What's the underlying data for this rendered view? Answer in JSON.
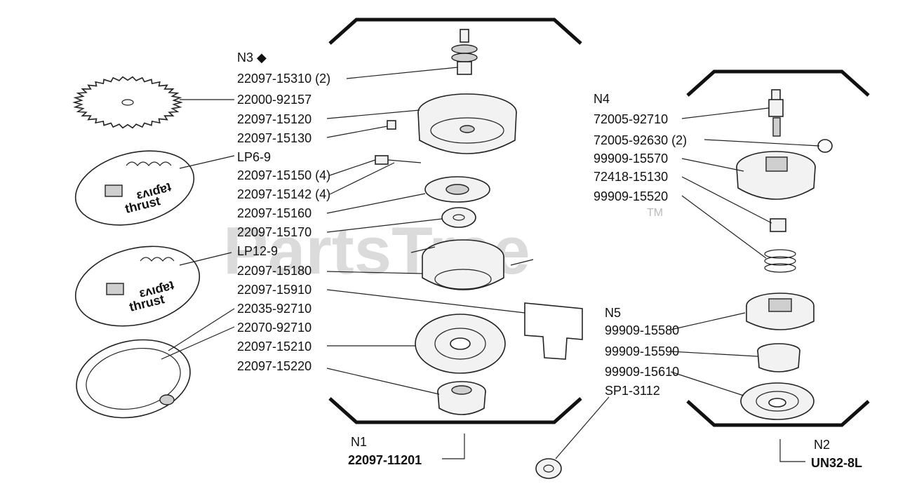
{
  "watermark": {
    "text": "PartsTree",
    "tm": "TM"
  },
  "groups": {
    "n3": {
      "title": "N3 ◆"
    },
    "n4": {
      "title": "N4"
    },
    "n5": {
      "title": "N5"
    },
    "n1": {
      "title": "N1",
      "part": "22097-11201"
    },
    "n2": {
      "title": "N2",
      "part": "UN32-8L"
    }
  },
  "labels_left": [
    "22097-15310 (2)",
    "22000-92157",
    "22097-15120",
    "22097-15130",
    "LP6-9",
    "22097-15150 (4)",
    "22097-15142 (4)",
    "22097-15160",
    "22097-15170",
    "LP12-9",
    "22097-15180",
    "22097-15910",
    "22035-92710",
    "22070-92710",
    "22097-15210",
    "22097-15220"
  ],
  "labels_n4": [
    "72005-92710",
    "72005-92630 (2)",
    "99909-15570",
    "72418-15130",
    "99909-15520"
  ],
  "labels_n5": [
    "99909-15580",
    "99909-15590",
    "99909-15610",
    "SP1-3112"
  ],
  "decals": {
    "brand": "εʌıɗɐʇ",
    "word": "thrust"
  }
}
